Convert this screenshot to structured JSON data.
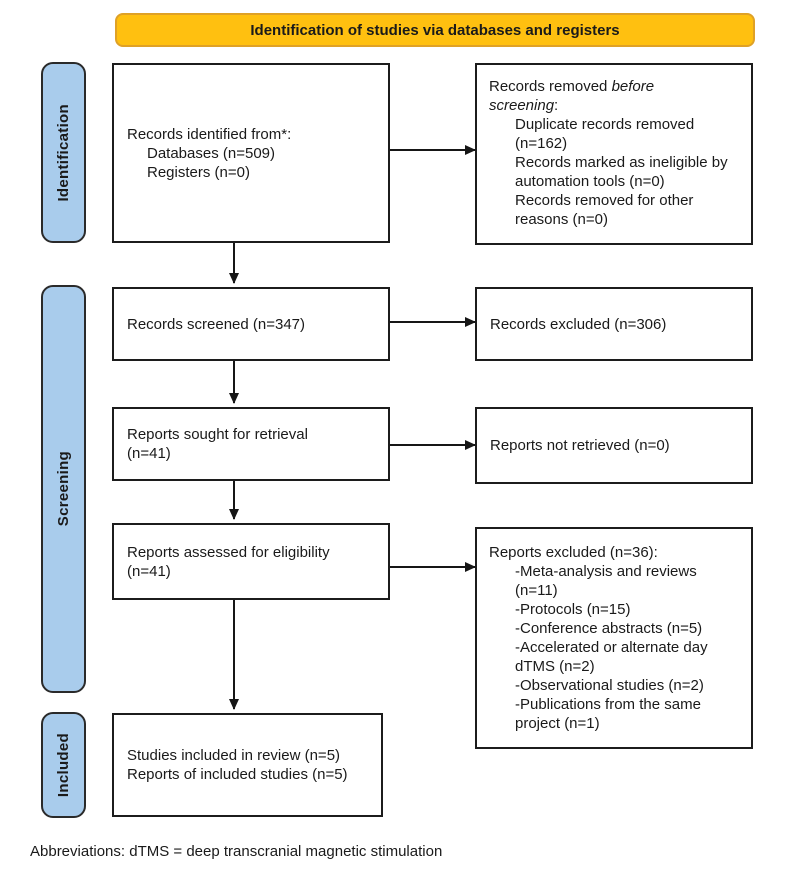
{
  "banner": {
    "label": "Identification of studies via databases and registers"
  },
  "stages": [
    {
      "label": "Identification"
    },
    {
      "label": "Screening"
    },
    {
      "label": "Included"
    }
  ],
  "boxes": {
    "identified": {
      "title": "Records identified from*:",
      "items": [
        "Databases (n=509)",
        "Registers (n=0)"
      ]
    },
    "removed": {
      "lead_plain": "Records removed ",
      "lead_italic": "before screening",
      "lead_end": ":",
      "items": [
        "Duplicate records removed (n=162)",
        "Records marked as ineligible by automation tools (n=0)",
        "Records removed for other reasons (n=0)"
      ]
    },
    "screened": {
      "text": "Records screened (n=347)"
    },
    "records_excluded": {
      "text": "Records excluded (n=306)"
    },
    "sought": {
      "text": "Reports sought for retrieval (n=41)"
    },
    "not_retrieved": {
      "text": "Reports not retrieved (n=0)"
    },
    "assessed": {
      "text": "Reports assessed for eligibility (n=41)"
    },
    "reports_excluded": {
      "title": "Reports excluded (n=36):",
      "items": [
        "-Meta-analysis and reviews (n=11)",
        "-Protocols (n=15)",
        "-Conference abstracts (n=5)",
        "-Accelerated or alternate day dTMS (n=2)",
        "-Observational studies (n=2)",
        "-Publications from the same project (n=1)"
      ]
    },
    "included": {
      "lines": [
        "Studies included in review (n=5)",
        "Reports of included studies (n=5)"
      ]
    }
  },
  "footer": {
    "text": "Abbreviations: dTMS = deep transcranial magnetic stimulation"
  },
  "colors": {
    "banner_fill": "#FFC010",
    "banner_border": "#DFA126",
    "stage_fill": "#A9CCEC",
    "stage_border": "#2a2a2a",
    "box_border": "#1c1c1c",
    "text": "#1a1a1a",
    "arrow": "#161616",
    "bg": "#ffffff"
  }
}
